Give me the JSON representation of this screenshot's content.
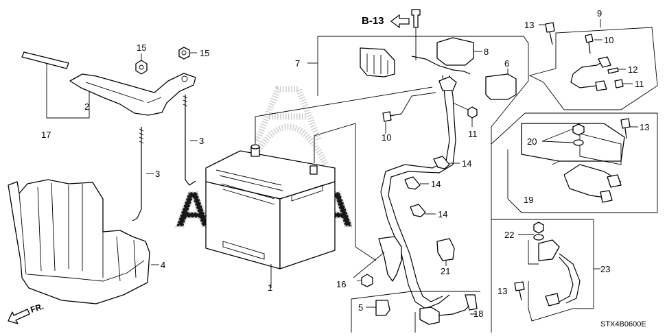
{
  "diagram": {
    "ref_label": "B-13",
    "drawing_code": "STX4B0600E",
    "direction_label": "FR.",
    "watermark": "ACURA",
    "callouts": [
      {
        "id": "c1",
        "label": "1"
      },
      {
        "id": "c2",
        "label": "2"
      },
      {
        "id": "c3a",
        "label": "3"
      },
      {
        "id": "c3b",
        "label": "3"
      },
      {
        "id": "c4",
        "label": "4"
      },
      {
        "id": "c5",
        "label": "5"
      },
      {
        "id": "c6",
        "label": "6"
      },
      {
        "id": "c7",
        "label": "7"
      },
      {
        "id": "c8",
        "label": "8"
      },
      {
        "id": "c9",
        "label": "9"
      },
      {
        "id": "c10a",
        "label": "10"
      },
      {
        "id": "c10b",
        "label": "10"
      },
      {
        "id": "c11a",
        "label": "11"
      },
      {
        "id": "c11b",
        "label": "11"
      },
      {
        "id": "c12",
        "label": "12"
      },
      {
        "id": "c13a",
        "label": "13"
      },
      {
        "id": "c13b",
        "label": "13"
      },
      {
        "id": "c13c",
        "label": "13"
      },
      {
        "id": "c14a",
        "label": "14"
      },
      {
        "id": "c14b",
        "label": "14"
      },
      {
        "id": "c14c",
        "label": "14"
      },
      {
        "id": "c15a",
        "label": "15"
      },
      {
        "id": "c15b",
        "label": "15"
      },
      {
        "id": "c16",
        "label": "16"
      },
      {
        "id": "c17",
        "label": "17"
      },
      {
        "id": "c18",
        "label": "18"
      },
      {
        "id": "c19",
        "label": "19"
      },
      {
        "id": "c20",
        "label": "20"
      },
      {
        "id": "c21",
        "label": "21"
      },
      {
        "id": "c22",
        "label": "22"
      },
      {
        "id": "c23",
        "label": "23"
      }
    ]
  }
}
